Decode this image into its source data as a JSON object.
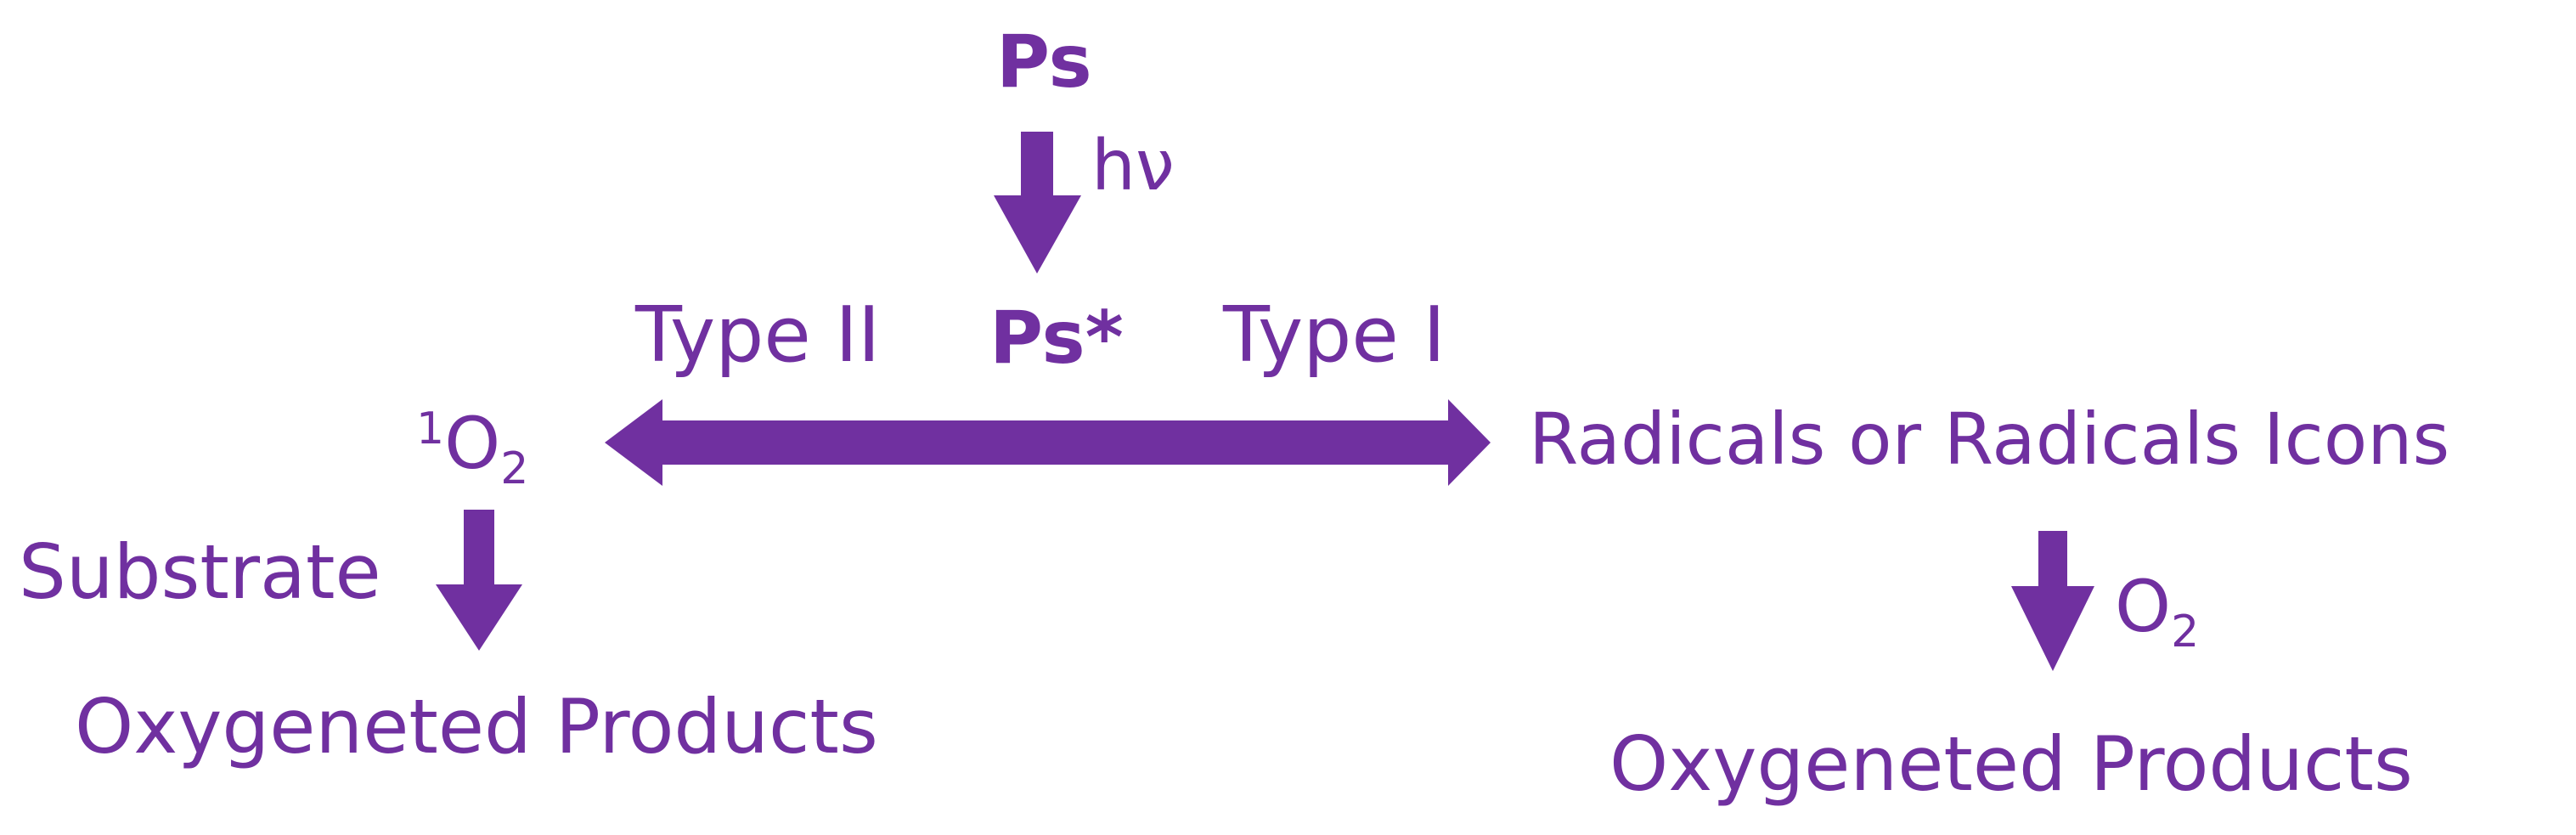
{
  "colors": {
    "main": "#7030A0",
    "background": "#ffffff"
  },
  "labels": {
    "ps": "Ps",
    "hv": "hν",
    "ps_excited": "Ps*",
    "type_ii": "Type II",
    "type_i": "Type I",
    "singlet_oxygen": {
      "superscript": "1",
      "base": "O",
      "subscript": "2"
    },
    "radicals": "Radicals or Radicals Icons",
    "substrate": "Substrate",
    "oxygen": {
      "base": "O",
      "subscript": "2"
    },
    "left_products": "Oxygeneted Products",
    "right_products": "Oxygeneted Products"
  }
}
